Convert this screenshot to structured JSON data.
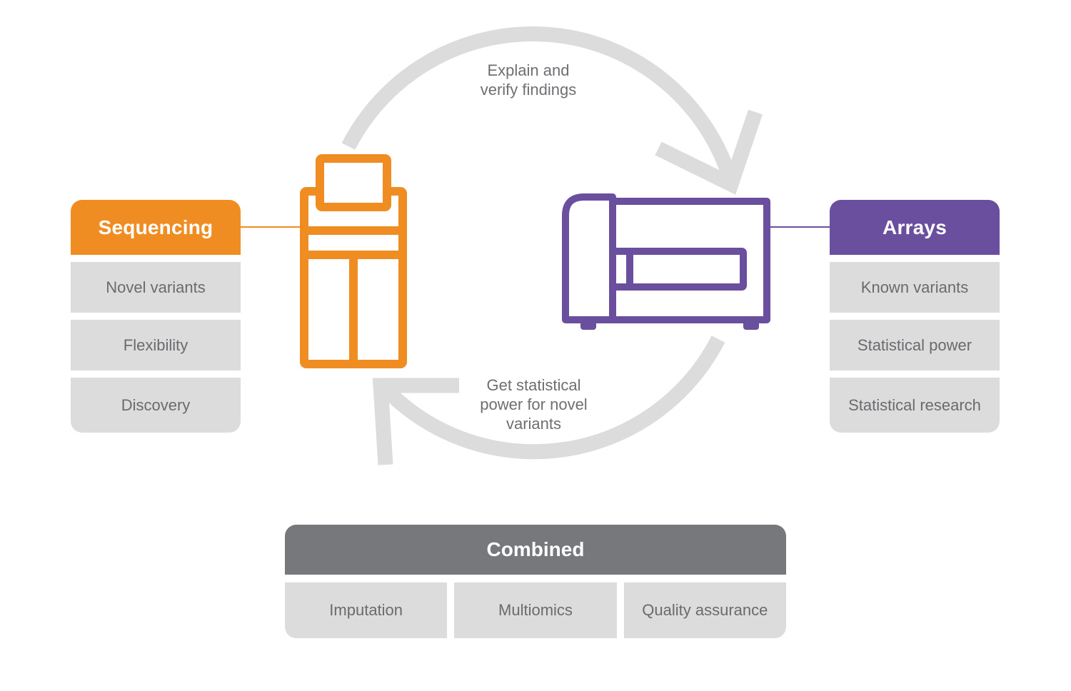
{
  "colors": {
    "sequencing": "#ef8d22",
    "arrays": "#6a4f9e",
    "combined": "#77787c",
    "item_bg": "#dcdcdc",
    "item_text": "#6a6b6f",
    "cycle_arrow": "#dcdcdc"
  },
  "sequencing": {
    "title": "Sequencing",
    "icon": "sequencer-instrument-icon",
    "items": [
      "Novel variants",
      "Flexibility",
      "Discovery"
    ]
  },
  "arrays": {
    "title": "Arrays",
    "icon": "array-scanner-instrument-icon",
    "items": [
      "Known variants",
      "Statistical power",
      "Statistical research"
    ]
  },
  "cycle": {
    "top_label_line1": "Explain and",
    "top_label_line2": "verify findings",
    "bottom_label_line1": "Get statistical",
    "bottom_label_line2": "power for novel",
    "bottom_label_line3": "variants"
  },
  "combined": {
    "title": "Combined",
    "items": [
      "Imputation",
      "Multiomics",
      "Quality assurance"
    ]
  }
}
